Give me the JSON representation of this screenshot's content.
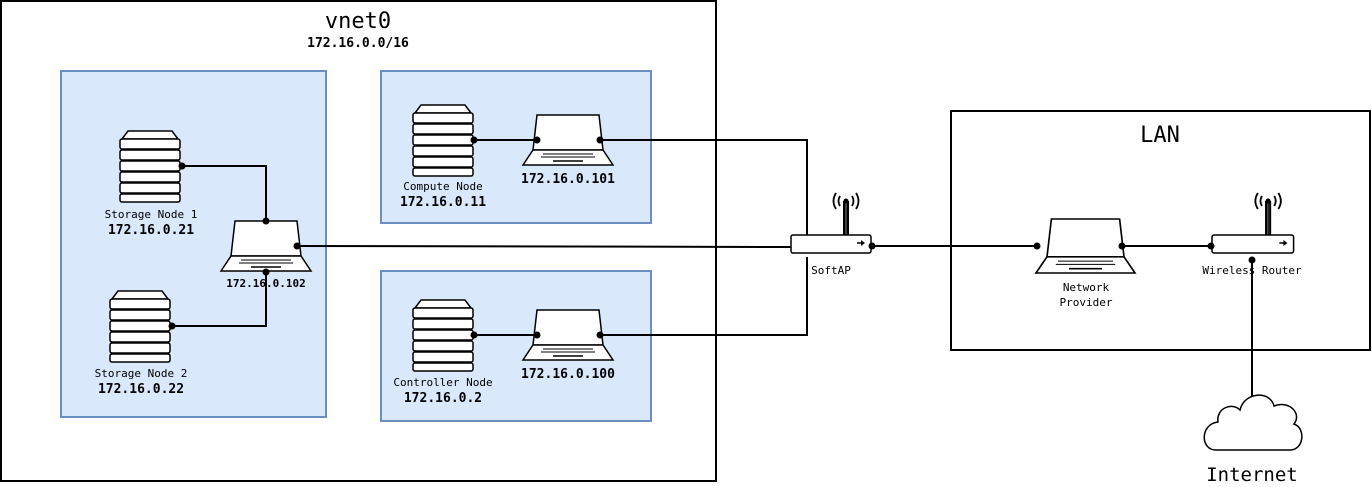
{
  "vnet": {
    "title": "vnet0",
    "subnet": "172.16.0.0/16",
    "storage_group": {
      "node1": {
        "name": "Storage Node 1",
        "ip": "172.16.0.21"
      },
      "node2": {
        "name": "Storage Node 2",
        "ip": "172.16.0.22"
      },
      "laptop": {
        "ip": "172.16.0.102"
      }
    },
    "compute_group": {
      "node": {
        "name": "Compute Node",
        "ip": "172.16.0.11"
      },
      "laptop": {
        "ip": "172.16.0.101"
      }
    },
    "controller_group": {
      "node": {
        "name": "Controller Node",
        "ip": "172.16.0.2"
      },
      "laptop": {
        "ip": "172.16.0.100"
      }
    }
  },
  "softap": {
    "label": "SoftAP"
  },
  "lan": {
    "title": "LAN",
    "provider_line1": "Network",
    "provider_line2": "Provider",
    "router": "Wireless Router"
  },
  "internet": {
    "label": "Internet"
  },
  "colors": {
    "group_fill": "#dae8fc",
    "group_stroke": "#6c8ebf",
    "line": "#000000"
  }
}
